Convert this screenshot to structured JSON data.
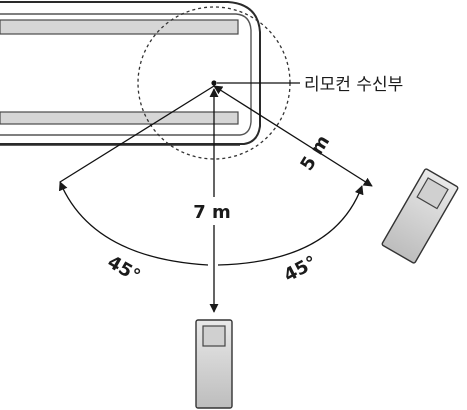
{
  "labels": {
    "receiver": "리모컨 수신부",
    "distance_front": "7 m",
    "distance_side": "5 m",
    "angle_left": "45°",
    "angle_right": "45°"
  }
}
